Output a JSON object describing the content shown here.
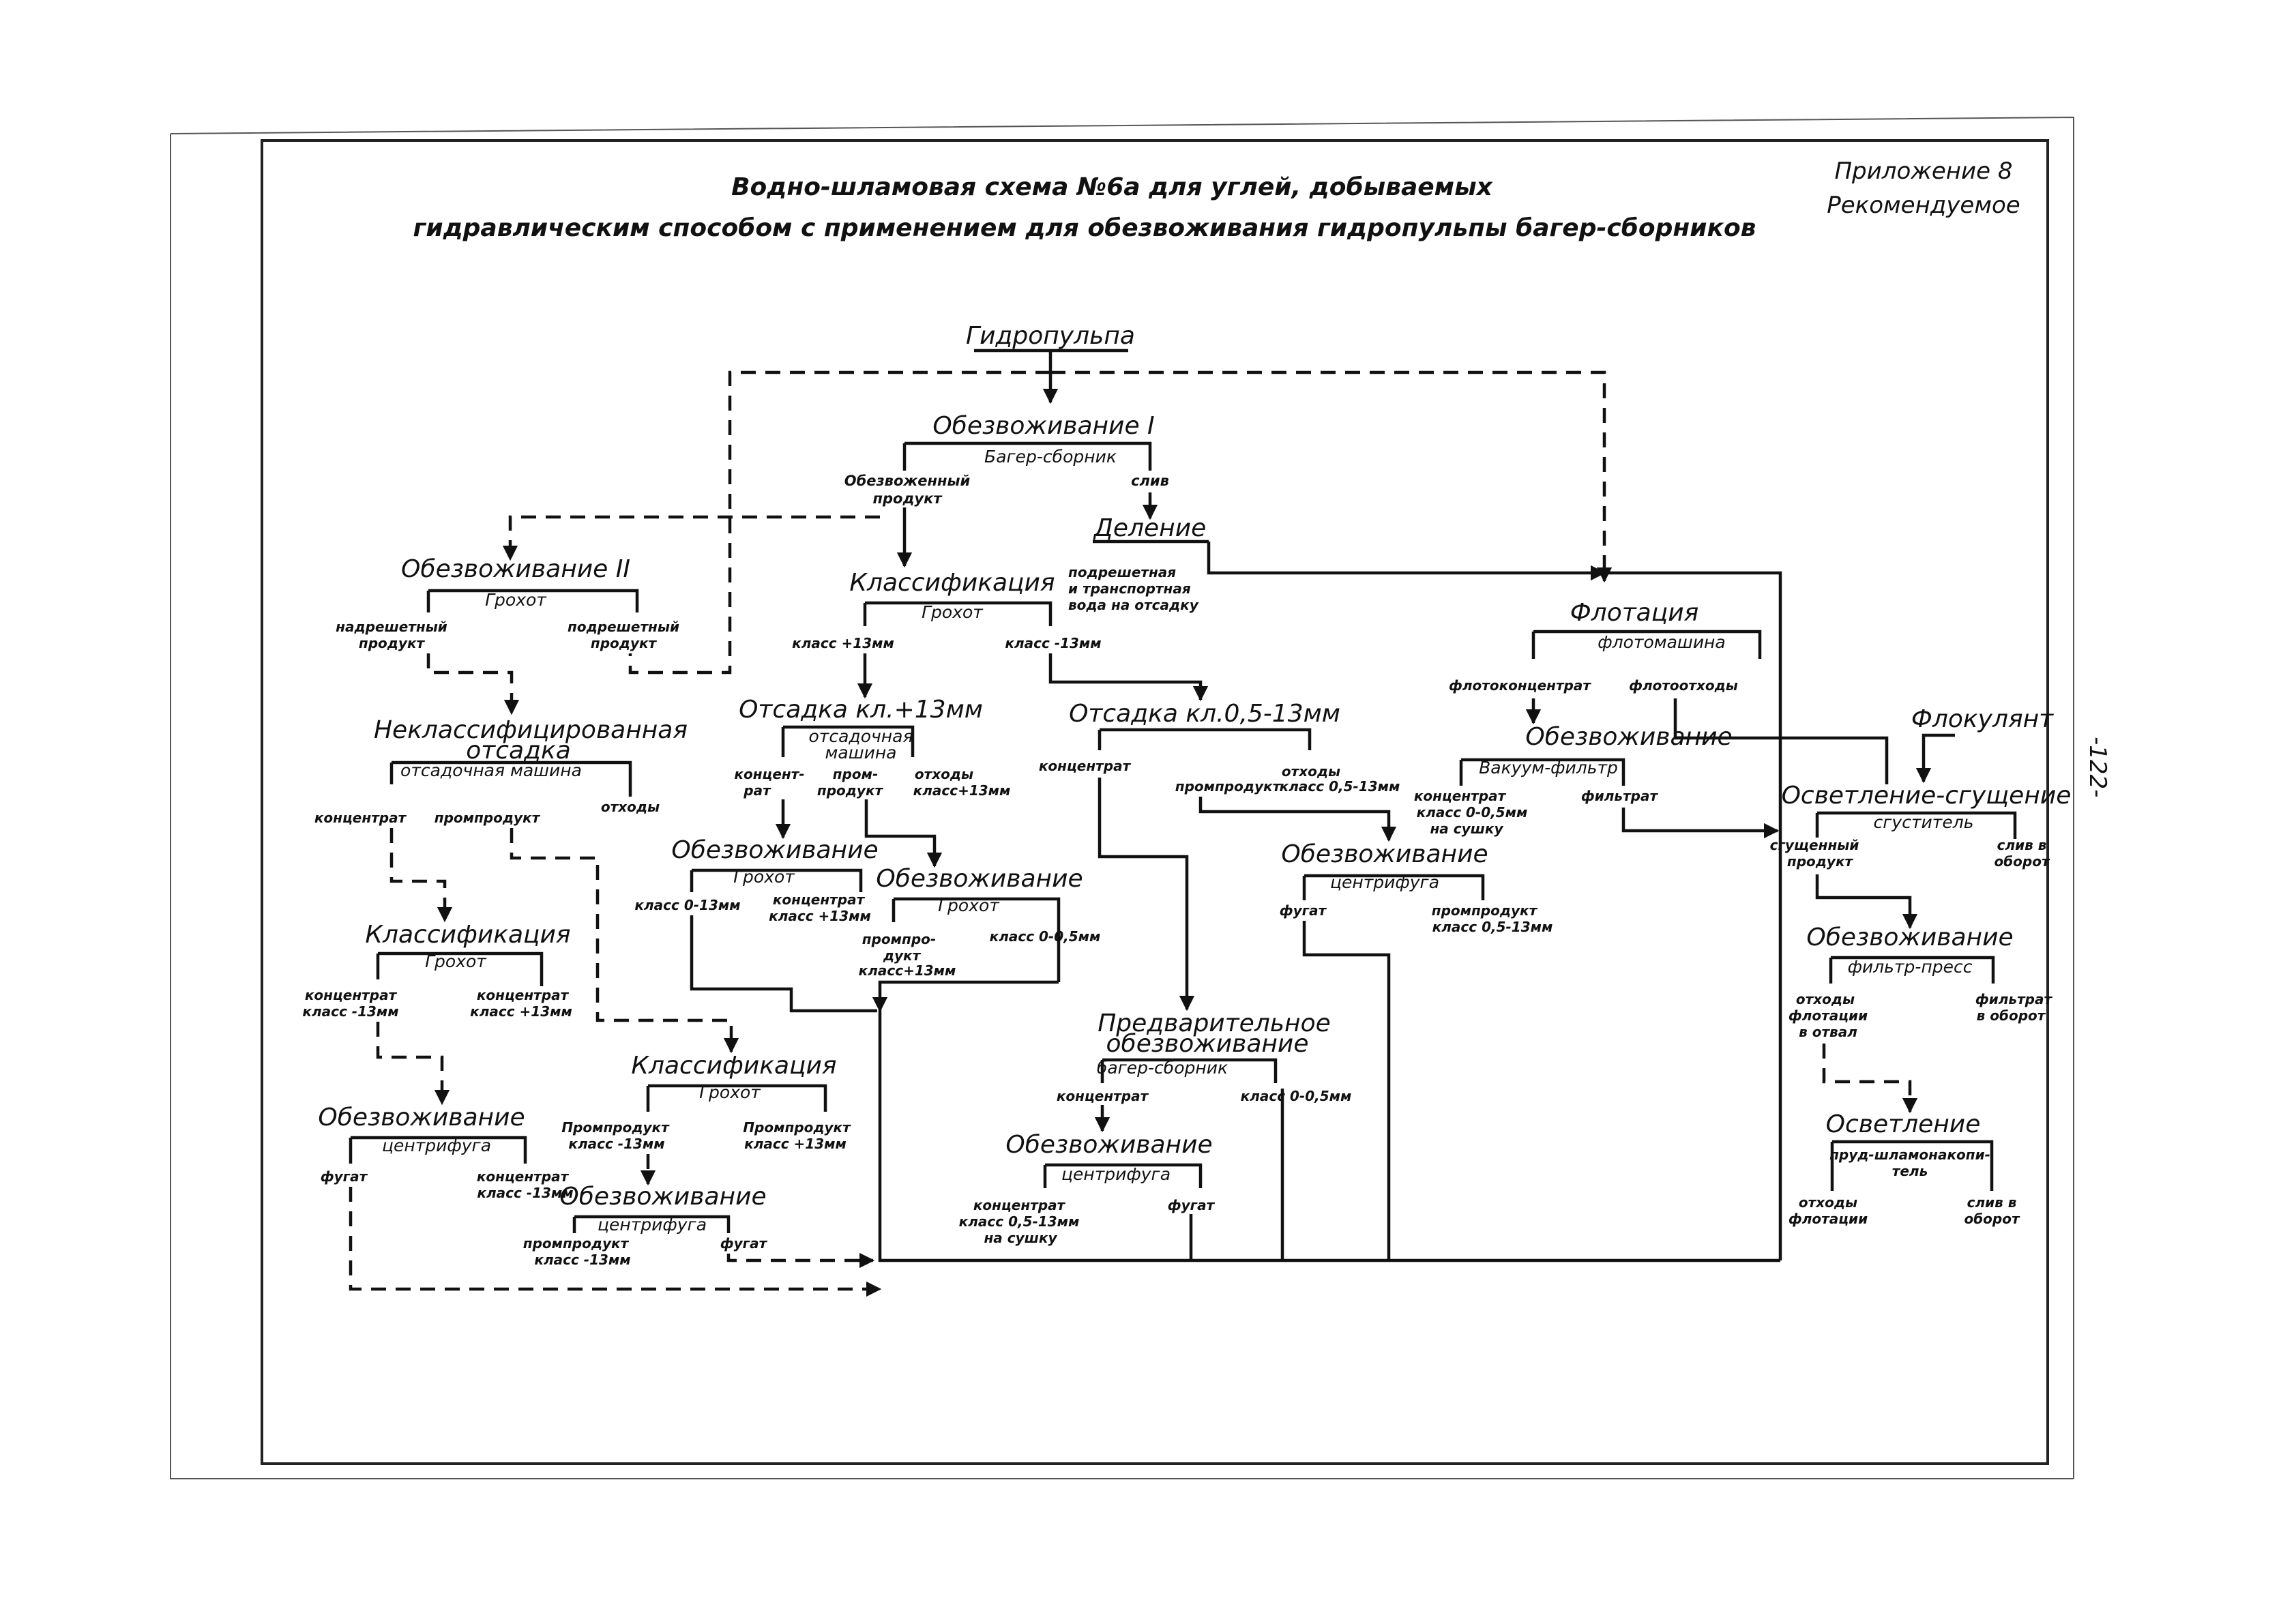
{
  "title": {
    "line1": "Водно-шламовая схема №6а для углей, добываемых",
    "line2": "гидравлическим способом с применением для обезвоживания гидропульпы багер-сборников"
  },
  "appendix": {
    "line1": "Приложение 8",
    "line2": "Рекомендуемое"
  },
  "page_mark": "-122-",
  "nodes": {
    "hydropulp": "Гидропульпа",
    "dew1": {
      "title": "Обезвоживание I",
      "device": "Багер-сборник",
      "out_left_1": "Обезвоженный",
      "out_left_2": "продукт",
      "out_right": "слив"
    },
    "division": {
      "title": "Деление",
      "out_1": "подрешетная",
      "out_2": "и транспортная",
      "out_3": "вода на отсадку"
    },
    "dew2": {
      "title": "Обезвоживание II",
      "device": "Грохот",
      "out_left_1": "надрешетный",
      "out_left_2": "продукт",
      "out_right_1": "подрешетный",
      "out_right_2": "продукт"
    },
    "class_main": {
      "title": "Классификация",
      "device": "Грохот",
      "out_left": "класс +13мм",
      "out_right": "класс -13мм"
    },
    "unclass_jig": {
      "title_1": "Неклассифицированная",
      "title_2": "отсадка",
      "device": "отсадочная машина",
      "out_1": "концентрат",
      "out_2": "промпродукт",
      "out_3": "отходы"
    },
    "jig_large": {
      "title": "Отсадка кл.+13мм",
      "device_1": "отсадочная",
      "device_2": "машина",
      "out_1a": "концент-",
      "out_1b": "рат",
      "out_2a": "пром-",
      "out_2b": "продукт",
      "out_3a": "отходы",
      "out_3b": "класс+13мм"
    },
    "jig_small": {
      "title": "Отсадка кл.0,5-13мм",
      "out_1": "концентрат",
      "out_2": "промпродукт",
      "out_3a": "отходы",
      "out_3b": "класс 0,5-13мм"
    },
    "flotation": {
      "title": "Флотация",
      "device": "флотомашина",
      "out_1": "флотоконцентрат",
      "out_2": "флотоотходы"
    },
    "flocculant": "Флокулянт",
    "vac_dew": {
      "title": "Обезвоживание",
      "device": "Вакуум-фильтр",
      "out_1a": "концентрат",
      "out_1b": "класс 0-0,5мм",
      "out_1c": "на сушку",
      "out_2": "фильтрат"
    },
    "thicken": {
      "title": "Осветление-сгущение",
      "device": "сгуститель",
      "out_1a": "сгущенный",
      "out_1b": "продукт",
      "out_2a": "слив в",
      "out_2b": "оборот"
    },
    "dew_grate1": {
      "title": "Обезвоживание",
      "device": "Грохот",
      "out_1": "класс 0-13мм",
      "out_2a": "концентрат",
      "out_2b": "класс +13мм"
    },
    "dew_grate2": {
      "title": "Обезвоживание",
      "device": "Грохот",
      "out_1a": "промпро-",
      "out_1b": "дукт",
      "out_1c": "класс+13мм",
      "out_2": "класс 0-0,5мм"
    },
    "cent_mid": {
      "title": "Обезвоживание",
      "device": "центрифуга",
      "out_1": "фугат",
      "out_2a": "промпродукт",
      "out_2b": "класс 0,5-13мм"
    },
    "filter_press": {
      "title": "Обезвоживание",
      "device": "фильтр-пресс",
      "out_1a": "отходы",
      "out_1b": "флотации",
      "out_1c": "в отвал",
      "out_2a": "фильтрат",
      "out_2b": "в оборот"
    },
    "class_left": {
      "title": "Классификация",
      "device": "Грохот",
      "out_1a": "концентрат",
      "out_1b": "класс -13мм",
      "out_2a": "концентрат",
      "out_2b": "класс +13мм"
    },
    "class_mid": {
      "title": "Классификация",
      "device": "Грохот",
      "out_1a": "Промпродукт",
      "out_1b": "класс -13мм",
      "out_2a": "Промпродукт",
      "out_2b": "класс +13мм"
    },
    "predew": {
      "title_1": "Предварительное",
      "title_2": "обезвоживание",
      "device": "багер-сборник",
      "out_1": "концентрат",
      "out_2": "класс 0-0,5мм"
    },
    "cent_left": {
      "title": "Обезвоживание",
      "device": "центрифуга",
      "out_1": "фугат",
      "out_2a": "концентрат",
      "out_2b": "класс -13мм"
    },
    "cent_low": {
      "title": "Обезвоживание",
      "device": "центрифуга",
      "out_1a": "промпродукт",
      "out_1b": "класс -13мм",
      "out_2": "фугат"
    },
    "cent_right": {
      "title": "Обезвоживание",
      "device": "центрифуга",
      "out_1a": "концентрат",
      "out_1b": "класс 0,5-13мм",
      "out_1c": "на сушку",
      "out_2": "фугат"
    },
    "clarify": {
      "title": "Осветление",
      "device_1": "пруд-шламонакопи-",
      "device_2": "тель",
      "out_1a": "отходы",
      "out_1b": "флотации",
      "out_2a": "слив в",
      "out_2b": "оборот"
    }
  }
}
